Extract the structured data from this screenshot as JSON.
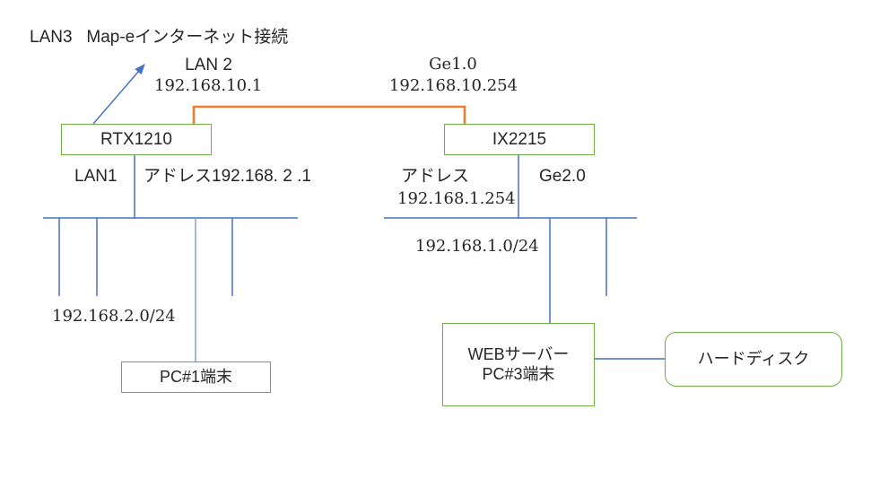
{
  "diagram": {
    "title_note": "LAN3  Map-eインターネット接続",
    "colors": {
      "node_border": "#70AD47",
      "link_blue": "#4472C4",
      "link_orange": "#ED7D31",
      "text": "#262626",
      "background": "#FFFFFF"
    }
  },
  "labels": {
    "lan3_internet": "LAN3   Map-eインターネット接続",
    "lan2_name": "LAN 2",
    "lan2_ip": "192.168.10.1",
    "ge1_name": "Ge1.0",
    "ge1_ip": "192.168.10.254",
    "lan1_name": "LAN1",
    "rtx_address": "アドレス192.168. 2 .1",
    "ix_address_name": "アドレス",
    "ix_address_ip": "192.168.1.254",
    "ge2_name": "Ge2.0",
    "subnet_left": "192.168.2.0/24",
    "subnet_right": "192.168.1.0/24"
  },
  "nodes": {
    "rtx1210": "RTX1210",
    "ix2215": "IX2215",
    "pc1": "PC#1端末",
    "webserver": "WEBサーバー\nPC#3端末",
    "harddisk": "ハードディスク"
  }
}
